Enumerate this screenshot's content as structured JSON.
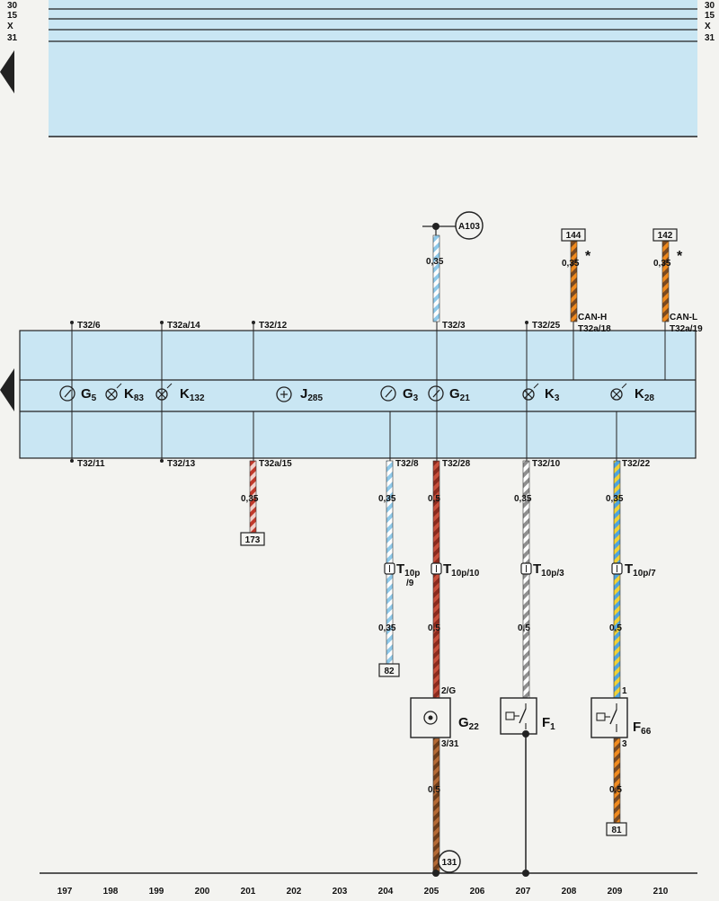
{
  "rails": [
    {
      "label": "30"
    },
    {
      "label": "15"
    },
    {
      "label": "X"
    },
    {
      "label": "31"
    }
  ],
  "colors": {
    "panel": "#c9e6f3",
    "panel_line": "#222222",
    "wire_blue_white": [
      "#8ec9ea",
      "#ffffff"
    ],
    "wire_brown_orange": [
      "#7a4a22",
      "#f08a1e"
    ],
    "wire_red_white": [
      "#c0392b",
      "#f2d0cb"
    ],
    "wire_red_brown": [
      "#8b2a1d",
      "#c9503c"
    ],
    "wire_grey_white": [
      "#8f8f8f",
      "#ffffff"
    ],
    "wire_blue_yellow": [
      "#4fa3dc",
      "#f0d035"
    ],
    "wire_brown": [
      "#6e3d1a",
      "#b56a35"
    ]
  },
  "top_pins": [
    {
      "label": "T32/6"
    },
    {
      "label": "T32a/14"
    },
    {
      "label": "T32/12"
    },
    {
      "label": "T32/3"
    },
    {
      "label": "T32/25"
    },
    {
      "label": "T32a/18"
    },
    {
      "label": "T32a/19"
    }
  ],
  "bottom_pins": [
    {
      "label": "T32/11"
    },
    {
      "label": "T32/13"
    },
    {
      "label": "T32a/15"
    },
    {
      "label": "T32/8"
    },
    {
      "label": "T32/28"
    },
    {
      "label": "T32/10"
    },
    {
      "label": "T32/22"
    }
  ],
  "panel_components": [
    {
      "icon": "gauge-icon",
      "main": "G",
      "sub": "5"
    },
    {
      "icon": "lamp-icon",
      "main": "K",
      "sub": "83"
    },
    {
      "icon": "lamp-icon",
      "main": "K",
      "sub": "132"
    },
    {
      "icon": "control-unit-icon",
      "main": "J",
      "sub": "285"
    },
    {
      "icon": "gauge-icon",
      "main": "G",
      "sub": "3"
    },
    {
      "icon": "gauge-icon",
      "main": "G",
      "sub": "21"
    },
    {
      "icon": "lamp-icon",
      "main": "K",
      "sub": "3"
    },
    {
      "icon": "lamp-icon",
      "main": "K",
      "sub": "28"
    }
  ],
  "references": [
    {
      "label": "A103",
      "shape": "circle"
    },
    {
      "label": "144",
      "shape": "box"
    },
    {
      "label": "142",
      "shape": "box"
    },
    {
      "label": "173",
      "shape": "box"
    },
    {
      "label": "82",
      "shape": "box"
    },
    {
      "label": "81",
      "shape": "box"
    },
    {
      "label": "131",
      "shape": "circle"
    }
  ],
  "wire_sizes": [
    {
      "label": "0,35"
    },
    {
      "label": "0,35"
    },
    {
      "label": "0,35"
    },
    {
      "label": "0,35"
    },
    {
      "label": "0,35"
    },
    {
      "label": "0,5"
    },
    {
      "label": "0,35"
    },
    {
      "label": "0,35"
    },
    {
      "label": "0,35"
    },
    {
      "label": "0,5"
    },
    {
      "label": "0,5"
    },
    {
      "label": "0,5"
    },
    {
      "label": "0,5"
    },
    {
      "label": "0,5"
    }
  ],
  "markers": [
    {
      "label": "*"
    },
    {
      "label": "*"
    }
  ],
  "bus": [
    {
      "label": "CAN-H"
    },
    {
      "label": "CAN-L"
    }
  ],
  "connectors": [
    {
      "main": "T",
      "sub": "10p",
      "extra": "/9"
    },
    {
      "main": "T",
      "sub": "10p/10",
      "extra": ""
    },
    {
      "main": "T",
      "sub": "10p/3",
      "extra": ""
    },
    {
      "main": "T",
      "sub": "10p/7",
      "extra": ""
    }
  ],
  "components": [
    {
      "icon": "sender-icon",
      "main": "G",
      "sub": "22",
      "pin_top": "2/G",
      "pin_bottom": "3/31"
    },
    {
      "icon": "switch-icon",
      "main": "F",
      "sub": "1",
      "pin_top": "",
      "pin_bottom": ""
    },
    {
      "icon": "switch-icon",
      "main": "F",
      "sub": "66",
      "pin_top": "1",
      "pin_bottom": "3"
    }
  ],
  "columns": [
    "197",
    "198",
    "199",
    "200",
    "201",
    "202",
    "203",
    "204",
    "205",
    "206",
    "207",
    "208",
    "209",
    "210"
  ]
}
